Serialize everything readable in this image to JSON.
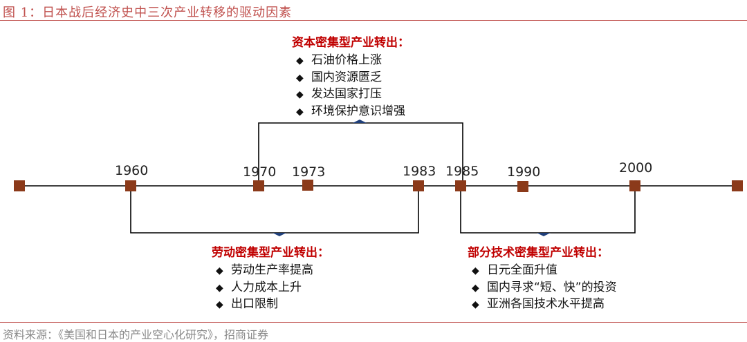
{
  "figure_title": "图 1：日本战后经济史中三次产业转移的驱动因素",
  "source": "资料来源：《美国和日本的产业空心化研究》，招商证券",
  "timeline": {
    "years": [
      "1960",
      "1970",
      "1973",
      "1983",
      "1985",
      "1990",
      "2000"
    ]
  },
  "phases": {
    "capital": {
      "heading": "资本密集型产业转出：",
      "items": [
        "石油价格上涨",
        "国内资源匮乏",
        "发达国家打压",
        "环境保护意识增强"
      ]
    },
    "labor": {
      "heading": "劳动密集型产业转出：",
      "items": [
        "劳动生产率提高",
        "人力成本上升",
        "出口限制"
      ]
    },
    "tech": {
      "heading": "部分技术密集型产业转出：",
      "items": [
        "日元全面升值",
        "国内寻求“短、快”的投资",
        "亚洲各国技术水平提高"
      ]
    }
  },
  "bullet_symbol": "◆",
  "colors": {
    "accent": "#c0504d",
    "marker": "#8b3a1a",
    "heading": "#c00000",
    "line": "#000000",
    "pointer": "#1f3f7a"
  }
}
